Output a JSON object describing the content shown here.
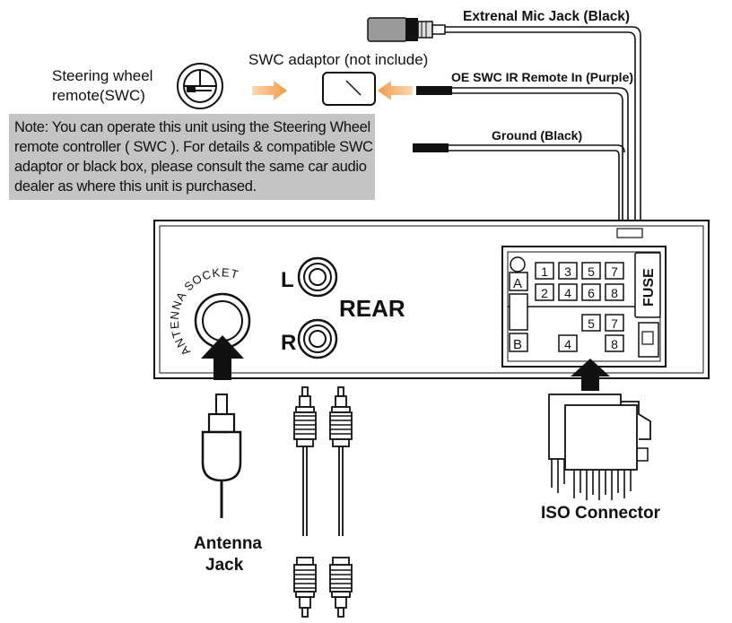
{
  "labels": {
    "steering_wheel_line1": "Steering wheel",
    "steering_wheel_line2": "remote(SWC)",
    "swc_adaptor": "SWC adaptor (not include)",
    "mic_jack": "Extrenal Mic Jack (Black)",
    "oe_swc": "OE SWC IR Remote In (Purple)",
    "ground": "Ground (Black)",
    "antenna_socket_arc": "ANTENNA SOCKET",
    "rear_left": "L",
    "rear_right": "R",
    "rear": "REAR",
    "fuse": "FUSE",
    "iso_connector": "ISO Connector",
    "antenna_jack_line1": "Antenna",
    "antenna_jack_line2": "Jack",
    "port_a": "A",
    "port_b": "B"
  },
  "note_lines": [
    "Note: You can operate this unit using the Steering Wheel",
    "remote controller ( SWC ). For details & compatible SWC",
    "adaptor or black box, please consult the same car audio",
    "dealer as where this unit is purchased."
  ],
  "iso_pins": {
    "a_top": [
      "1",
      "3",
      "5",
      "7"
    ],
    "a_bottom": [
      "2",
      "4",
      "6",
      "8"
    ],
    "b_top": [
      "5",
      "7"
    ],
    "b_bottom": [
      "4",
      "8"
    ]
  },
  "colors": {
    "arrow_orange": "#f5a65b",
    "note_background": "#c4c4c4",
    "line": "#111111"
  }
}
